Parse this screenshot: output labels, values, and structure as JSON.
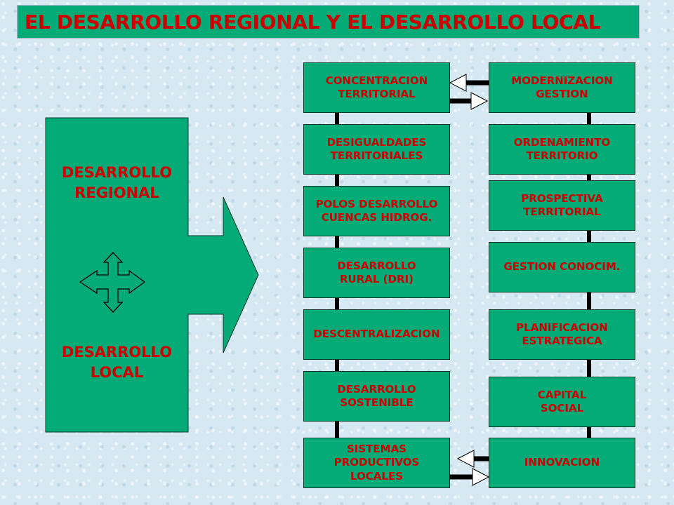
{
  "title": "EL DESARROLLO REGIONAL Y EL DESARROLLO LOCAL",
  "main_block": {
    "regional_label": "DESARROLLO\nREGIONAL",
    "local_label": "DESARROLLO\nLOCAL"
  },
  "left_column": [
    "CONCENTRACION\nTERRITORIAL",
    "DESIGUALDADES\nTERRITORIALES",
    "POLOS DESARROLLO\nCUENCAS HIDROG.",
    "DESARROLLO\nRURAL (DRI)",
    "DESCENTRALIZACION",
    "DESARROLLO\nSOSTENIBLE",
    "SISTEMAS\nPRODUCTIVOS\nLOCALES"
  ],
  "right_column": [
    "MODERNIZACION\nGESTION",
    "ORDENAMIENTO\nTERRITORIO",
    "PROSPECTIVA\nTERRITORIAL",
    "GESTION CONOCIM.",
    "PLANIFICACION\nESTRATEGICA",
    "CAPITAL\nSOCIAL",
    "INNOVACION"
  ],
  "colors": {
    "box_fill": "#04ab77",
    "text": "#cc0000",
    "connector": "#000000"
  }
}
